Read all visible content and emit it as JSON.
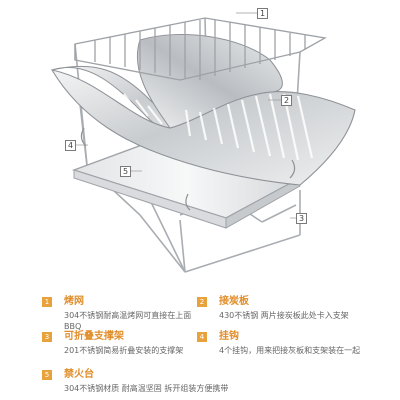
{
  "callouts": [
    "1",
    "2",
    "3",
    "4",
    "5"
  ],
  "legend": [
    {
      "num": "1",
      "title": "烤网",
      "desc": "304不锈钢耐高温烤网可直接在上面BBQ"
    },
    {
      "num": "2",
      "title": "接炭板",
      "desc": "430不锈钢 两片接炭板此处卡入支架"
    },
    {
      "num": "3",
      "title": "可折叠支撑架",
      "desc": "201不锈钢简易折叠安装的支撑架"
    },
    {
      "num": "4",
      "title": "挂钩",
      "desc": "4个挂钩，用来把接灰板和支架装在一起"
    },
    {
      "num": "5",
      "title": "禁火台",
      "desc": "304不锈钢材质 耐高温坚固 拆开组装方便携带"
    }
  ],
  "colors": {
    "accent": "#e8a23c",
    "title": "#e08e2b",
    "text": "#666666",
    "metal": "#c9cccf"
  }
}
